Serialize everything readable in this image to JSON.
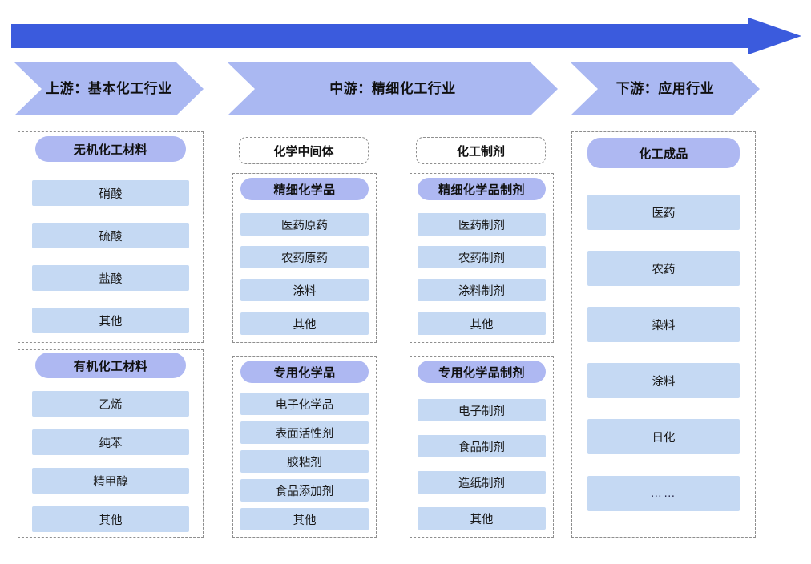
{
  "arrow": {
    "name": "value-chain-arrow",
    "color": "#3b5bdd"
  },
  "stages": [
    {
      "id": "upstream",
      "label": "上游：基本化工行业"
    },
    {
      "id": "midstream",
      "label": "中游：精细化工行业"
    },
    {
      "id": "downstream",
      "label": "下游：应用行业"
    }
  ],
  "columns": {
    "upstream": {
      "groups": [
        {
          "id": "inorganic",
          "header": "无机化工材料",
          "items": [
            "硝酸",
            "硫酸",
            "盐酸",
            "其他"
          ]
        },
        {
          "id": "organic",
          "header": "有机化工材料",
          "items": [
            "乙烯",
            "纯苯",
            "精甲醇",
            "其他"
          ]
        }
      ]
    },
    "midstream_intermediates": {
      "caption": "化学中间体",
      "groups": [
        {
          "id": "fine-chemicals",
          "header": "精细化学品",
          "items": [
            "医药原药",
            "农药原药",
            "涂料",
            "其他"
          ]
        },
        {
          "id": "specialty-chemicals",
          "header": "专用化学品",
          "items": [
            "电子化学品",
            "表面活性剂",
            "胶粘剂",
            "食品添加剂",
            "其他"
          ]
        }
      ]
    },
    "midstream_formulations": {
      "caption": "化工制剂",
      "groups": [
        {
          "id": "fine-chemical-formulations",
          "header": "精细化学品制剂",
          "items": [
            "医药制剂",
            "农药制剂",
            "涂料制剂",
            "其他"
          ]
        },
        {
          "id": "specialty-chemical-formulations",
          "header": "专用化学品制剂",
          "items": [
            "电子制剂",
            "食品制剂",
            "造纸制剂",
            "其他"
          ]
        }
      ]
    },
    "downstream": {
      "groups": [
        {
          "id": "finished-products",
          "header": "化工成品",
          "items": [
            "医药",
            "农药",
            "染料",
            "涂料",
            "日化",
            "……"
          ]
        }
      ]
    }
  },
  "colors": {
    "arrow": "#3b5bdd",
    "chevron": "#aab8f2",
    "header_pill": "#aeb8f2",
    "item_pill": "#c5d9f3",
    "dash_border": "#8f8f8f"
  }
}
